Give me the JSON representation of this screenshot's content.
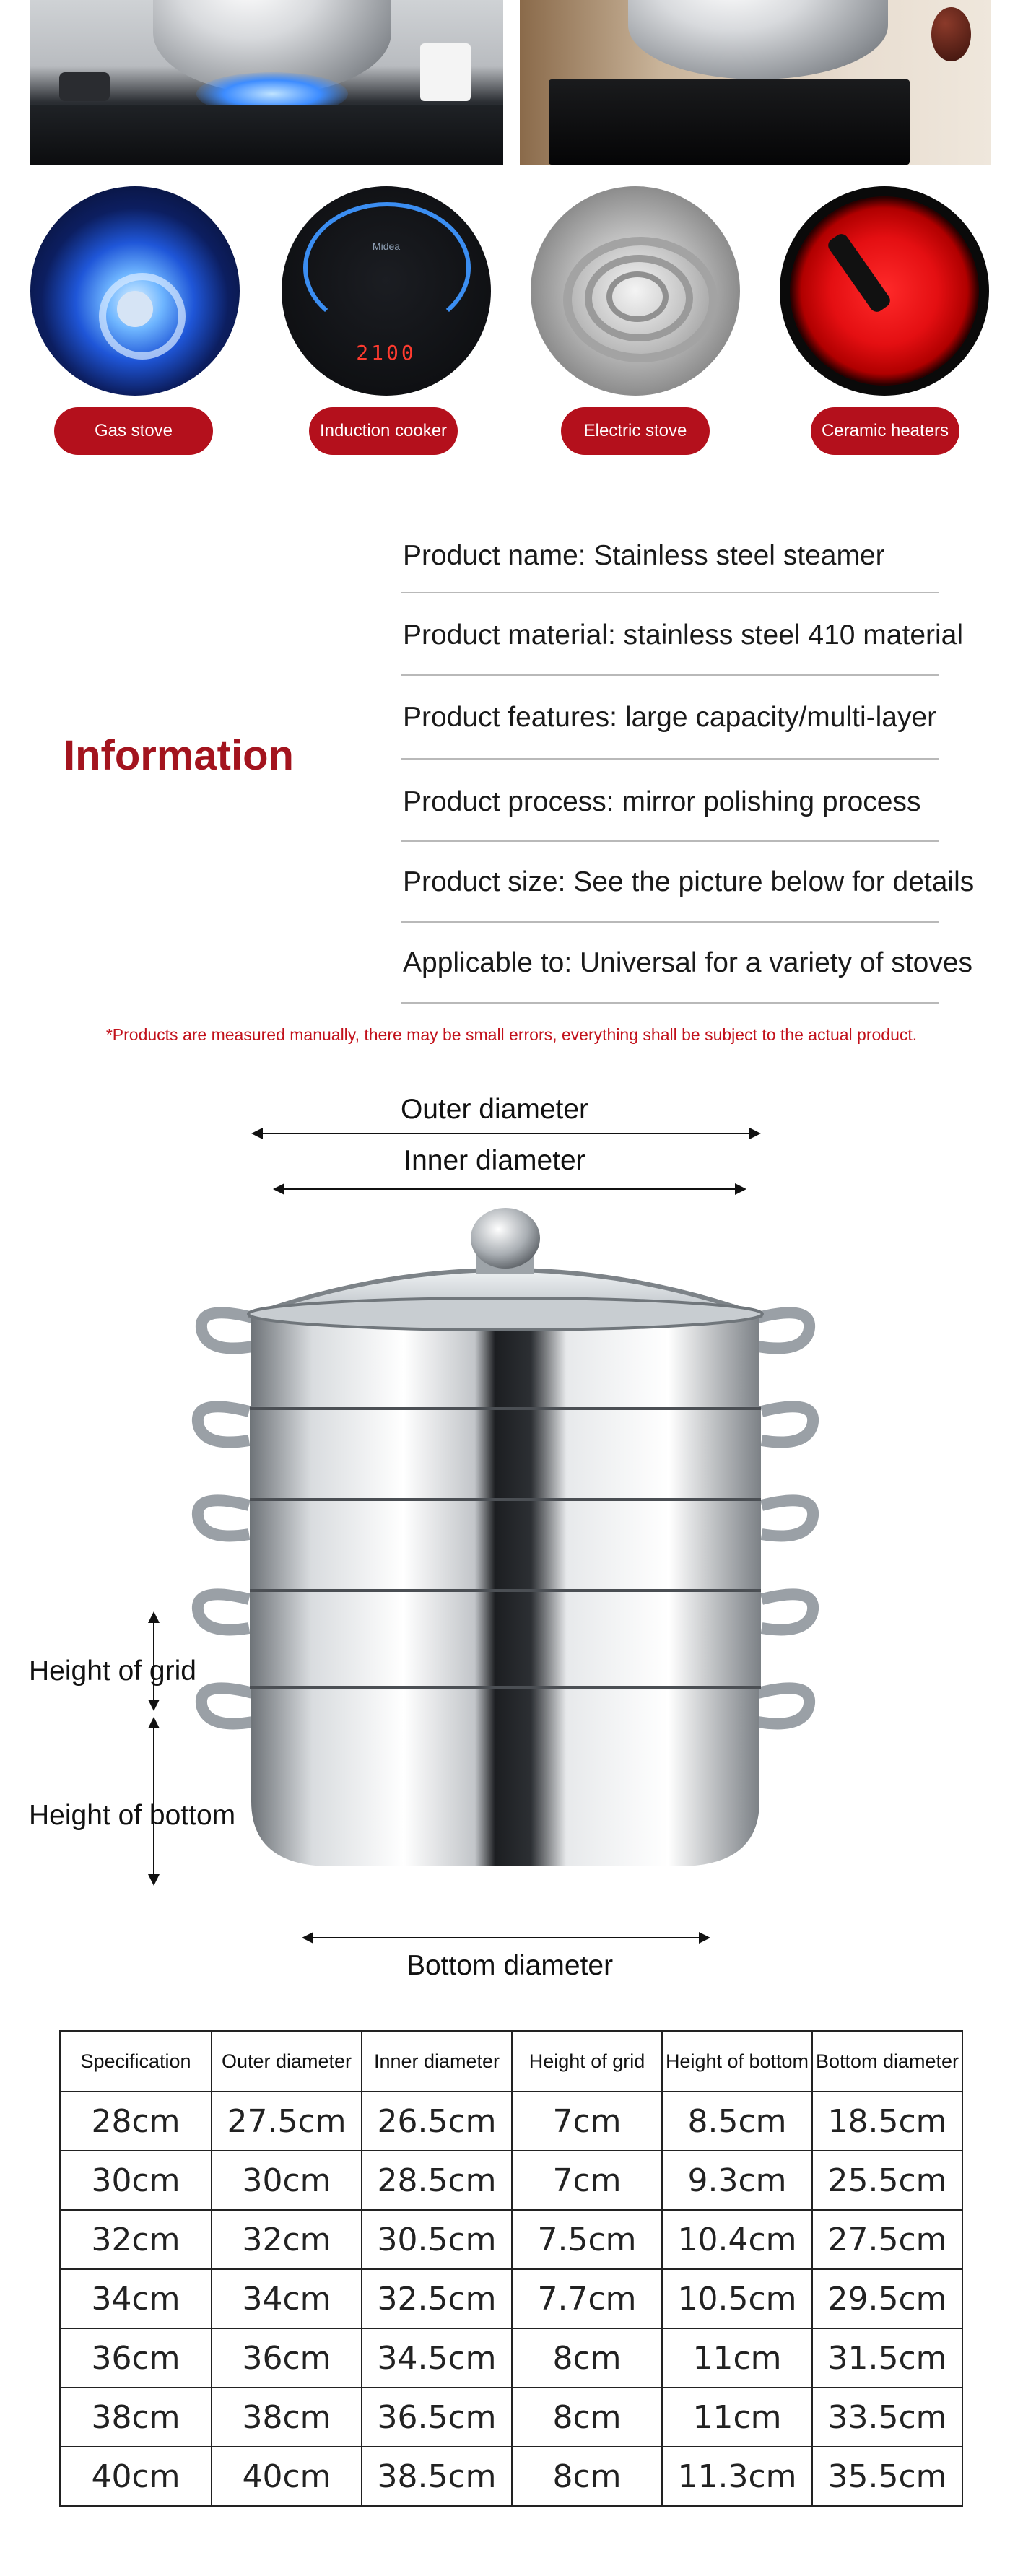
{
  "stoves": [
    {
      "key": "gas",
      "label": "Gas stove",
      "icon": "gas-stove-icon"
    },
    {
      "key": "induction",
      "label": "Induction cooker",
      "icon": "induction-cooker-icon"
    },
    {
      "key": "electric",
      "label": "Electric stove",
      "icon": "electric-stove-icon"
    },
    {
      "key": "ceramic",
      "label": "Ceramic heaters",
      "icon": "ceramic-heater-icon"
    }
  ],
  "induction_display": "2100",
  "induction_brand": "Midea",
  "info": {
    "heading": "Information",
    "lines": [
      "Product name: Stainless steel steamer",
      "Product material: stainless steel 410 material",
      "Product features: large capacity/multi-layer",
      "Product process: mirror polishing process",
      "Product size: See the picture below for details",
      "Applicable to: Universal for a variety of stoves"
    ],
    "disclaimer": "*Products are measured manually, there may be small errors, everything shall be subject to the actual product."
  },
  "diagram": {
    "outer": "Outer diameter",
    "inner": "Inner diameter",
    "grid": "Height of grid",
    "bottom_height": "Height of bottom",
    "bottom_diameter": "Bottom diameter"
  },
  "table": {
    "headers": [
      "Specification",
      "Outer diameter",
      "Inner diameter",
      "Height of grid",
      "Height of bottom",
      "Bottom diameter"
    ],
    "rows": [
      [
        "28cm",
        "27.5cm",
        "26.5cm",
        "7cm",
        "8.5cm",
        "18.5cm"
      ],
      [
        "30cm",
        "30cm",
        "28.5cm",
        "7cm",
        "9.3cm",
        "25.5cm"
      ],
      [
        "32cm",
        "32cm",
        "30.5cm",
        "7.5cm",
        "10.4cm",
        "27.5cm"
      ],
      [
        "34cm",
        "34cm",
        "32.5cm",
        "7.7cm",
        "10.5cm",
        "29.5cm"
      ],
      [
        "36cm",
        "36cm",
        "34.5cm",
        "8cm",
        "11cm",
        "31.5cm"
      ],
      [
        "38cm",
        "38cm",
        "36.5cm",
        "8cm",
        "11cm",
        "33.5cm"
      ],
      [
        "40cm",
        "40cm",
        "38.5cm",
        "8cm",
        "11.3cm",
        "35.5cm"
      ]
    ]
  },
  "colors": {
    "accent": "#b4101c",
    "heading": "#a3141e",
    "text": "#1a1a1a"
  }
}
